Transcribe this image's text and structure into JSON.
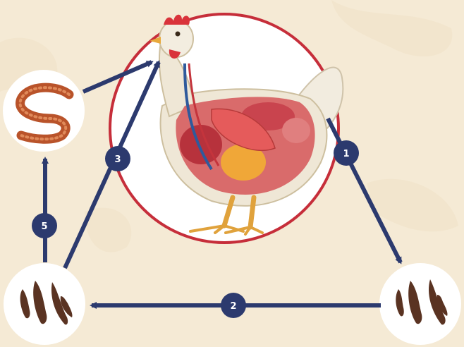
{
  "diagram": {
    "steps": [
      {
        "id": "1",
        "label": "1"
      },
      {
        "id": "2",
        "label": "2"
      },
      {
        "id": "3",
        "label": "3"
      },
      {
        "id": "5",
        "label": "5"
      }
    ],
    "nodes": {
      "hen": {
        "icon": "hen-anatomy-icon"
      },
      "worm": {
        "icon": "earthworm-icon"
      },
      "droppings_right": {
        "icon": "droppings-icon"
      },
      "droppings_left": {
        "icon": "droppings-icon"
      }
    },
    "colors": {
      "background": "#f5ead5",
      "arrow": "#2c3a6e",
      "ring": "#c62e3a",
      "badge": "#2c3a6e"
    }
  }
}
